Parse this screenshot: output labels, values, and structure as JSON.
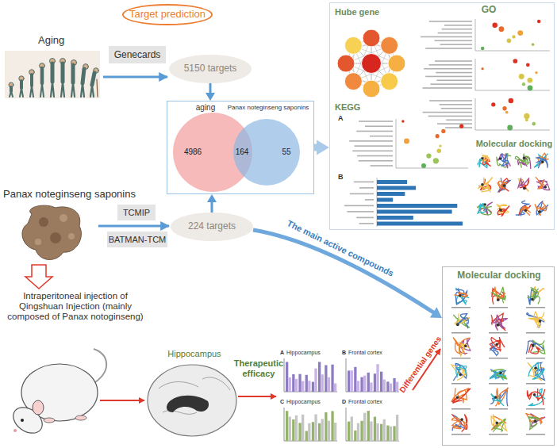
{
  "diagram": {
    "nodes": [
      {
        "text": [
          "Target prediction"
        ]
      },
      {
        "text": [
          "5150 targets"
        ]
      },
      {
        "text": [
          "aging",
          "Panax noteginseng saponins",
          "4986",
          "164",
          "55"
        ]
      },
      {
        "text": [
          "Hube gene",
          "GO",
          "KEGG",
          "Molecular docking"
        ]
      },
      {
        "text": [
          "224 targets"
        ]
      },
      {
        "text": [
          "Molecular docking"
        ]
      }
    ],
    "edges": [
      {
        "from": 1,
        "to": 2,
        "arrow": "to"
      },
      {
        "from": 4,
        "to": 2,
        "arrow": "to"
      },
      {
        "from": 2,
        "to": 3,
        "arrow": "to"
      },
      {
        "from": 4,
        "to": 5,
        "label": "The main active compounds",
        "arrow": "to"
      }
    ],
    "labels": [
      "Aging",
      "Genecards",
      "Panax noteginseng saponins",
      "TCMIP",
      "BATMAN-TCM",
      "A",
      "B",
      "Intraperitoneal injection of Qingshuan Injection (mainly composed of Panax notoginseng)",
      "Hippocampus",
      "Therapeutic efficacy",
      "Differential genes",
      "A",
      "Hippocampus",
      "B",
      "Frontal cortex",
      "C",
      "Hippocampus",
      "D",
      "Frontal cortex"
    ]
  }
}
